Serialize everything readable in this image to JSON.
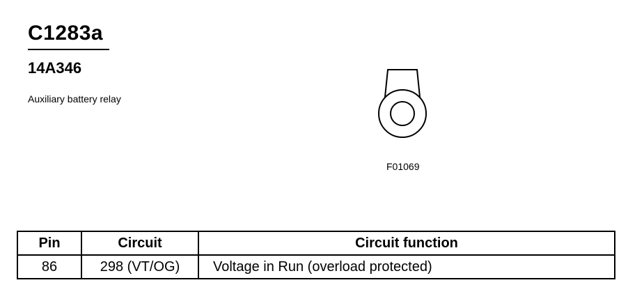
{
  "header": {
    "connector_id": "C1283a",
    "part_number": "14A346",
    "description": "Auxiliary battery relay"
  },
  "figure": {
    "code": "F01069"
  },
  "table": {
    "columns": [
      "Pin",
      "Circuit",
      "Circuit function"
    ],
    "rows": [
      {
        "pin": "86",
        "circuit": "298 (VT/OG)",
        "function": "Voltage in Run (overload protected)"
      }
    ]
  }
}
